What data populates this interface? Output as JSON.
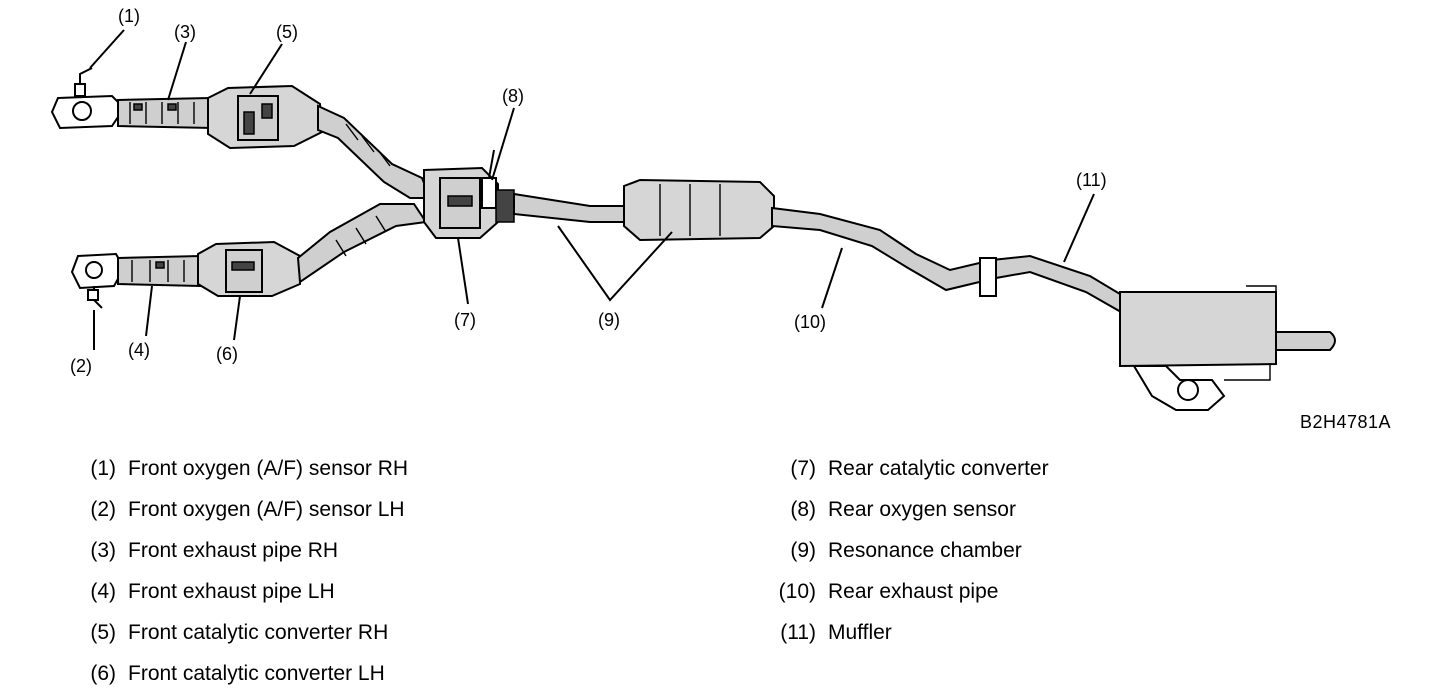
{
  "diagram": {
    "code": "B2H4781A",
    "callouts": [
      {
        "num": "(1)"
      },
      {
        "num": "(2)"
      },
      {
        "num": "(3)"
      },
      {
        "num": "(4)"
      },
      {
        "num": "(5)"
      },
      {
        "num": "(6)"
      },
      {
        "num": "(7)"
      },
      {
        "num": "(8)"
      },
      {
        "num": "(9)"
      },
      {
        "num": "(10)"
      },
      {
        "num": "(11)"
      }
    ]
  },
  "legend": {
    "left": [
      {
        "num": "(1)",
        "label": "Front oxygen (A/F) sensor RH"
      },
      {
        "num": "(2)",
        "label": "Front oxygen (A/F) sensor LH"
      },
      {
        "num": "(3)",
        "label": "Front exhaust pipe RH"
      },
      {
        "num": "(4)",
        "label": "Front exhaust pipe LH"
      },
      {
        "num": "(5)",
        "label": "Front catalytic converter RH"
      },
      {
        "num": "(6)",
        "label": "Front catalytic converter LH"
      }
    ],
    "right": [
      {
        "num": "(7)",
        "label": "Rear catalytic converter"
      },
      {
        "num": "(8)",
        "label": "Rear oxygen sensor"
      },
      {
        "num": "(9)",
        "label": "Resonance chamber"
      },
      {
        "num": "(10)",
        "label": "Rear exhaust pipe"
      },
      {
        "num": "(11)",
        "label": "Muffler"
      }
    ]
  }
}
